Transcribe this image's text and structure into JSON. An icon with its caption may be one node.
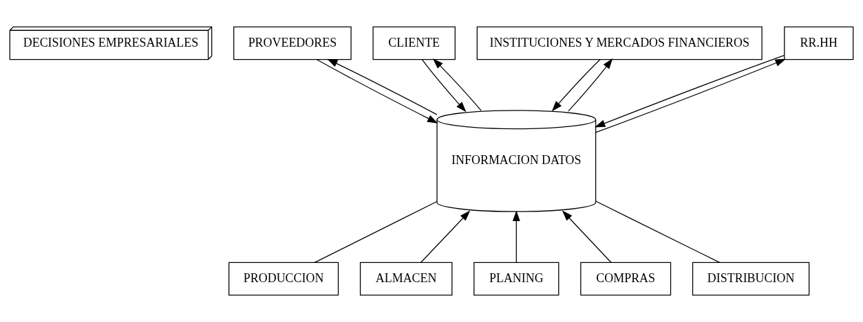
{
  "diagram": {
    "nodes": [
      {
        "text": [
          "DECISIONES EMPRESARIALES"
        ]
      },
      {
        "text": [
          "PROVEEDORES"
        ]
      },
      {
        "text": [
          "CLIENTE"
        ]
      },
      {
        "text": [
          "INSTITUCIONES Y MERCADOS FINANCIEROS"
        ]
      },
      {
        "text": [
          "RR.HH"
        ]
      },
      {
        "text": [
          "INFORMACION DATOS"
        ]
      },
      {
        "text": [
          "PRODUCCION"
        ]
      },
      {
        "text": [
          "ALMACEN"
        ]
      },
      {
        "text": [
          "PLANING"
        ]
      },
      {
        "text": [
          "COMPRAS"
        ]
      },
      {
        "text": [
          "DISTRIBUCION"
        ]
      }
    ],
    "edges": [
      {
        "from": 2,
        "to": 5,
        "arrow": "to"
      },
      {
        "from": 5,
        "to": 2,
        "arrow": "to"
      },
      {
        "from": 5,
        "to": 1,
        "arrow": "to"
      },
      {
        "from": 1,
        "to": 5,
        "arrow": "to"
      },
      {
        "from": 5,
        "to": 3,
        "arrow": "to"
      },
      {
        "from": 3,
        "to": 5,
        "arrow": "to"
      },
      {
        "from": 4,
        "to": 5,
        "arrow": "to"
      },
      {
        "from": 5,
        "to": 4,
        "arrow": "to"
      },
      {
        "from": 6,
        "to": 5,
        "arrow": "none"
      },
      {
        "from": 7,
        "to": 5,
        "arrow": "to"
      },
      {
        "from": 8,
        "to": 5,
        "arrow": "to"
      },
      {
        "from": 9,
        "to": 5,
        "arrow": "to"
      },
      {
        "from": 10,
        "to": 5,
        "arrow": "none"
      }
    ]
  }
}
